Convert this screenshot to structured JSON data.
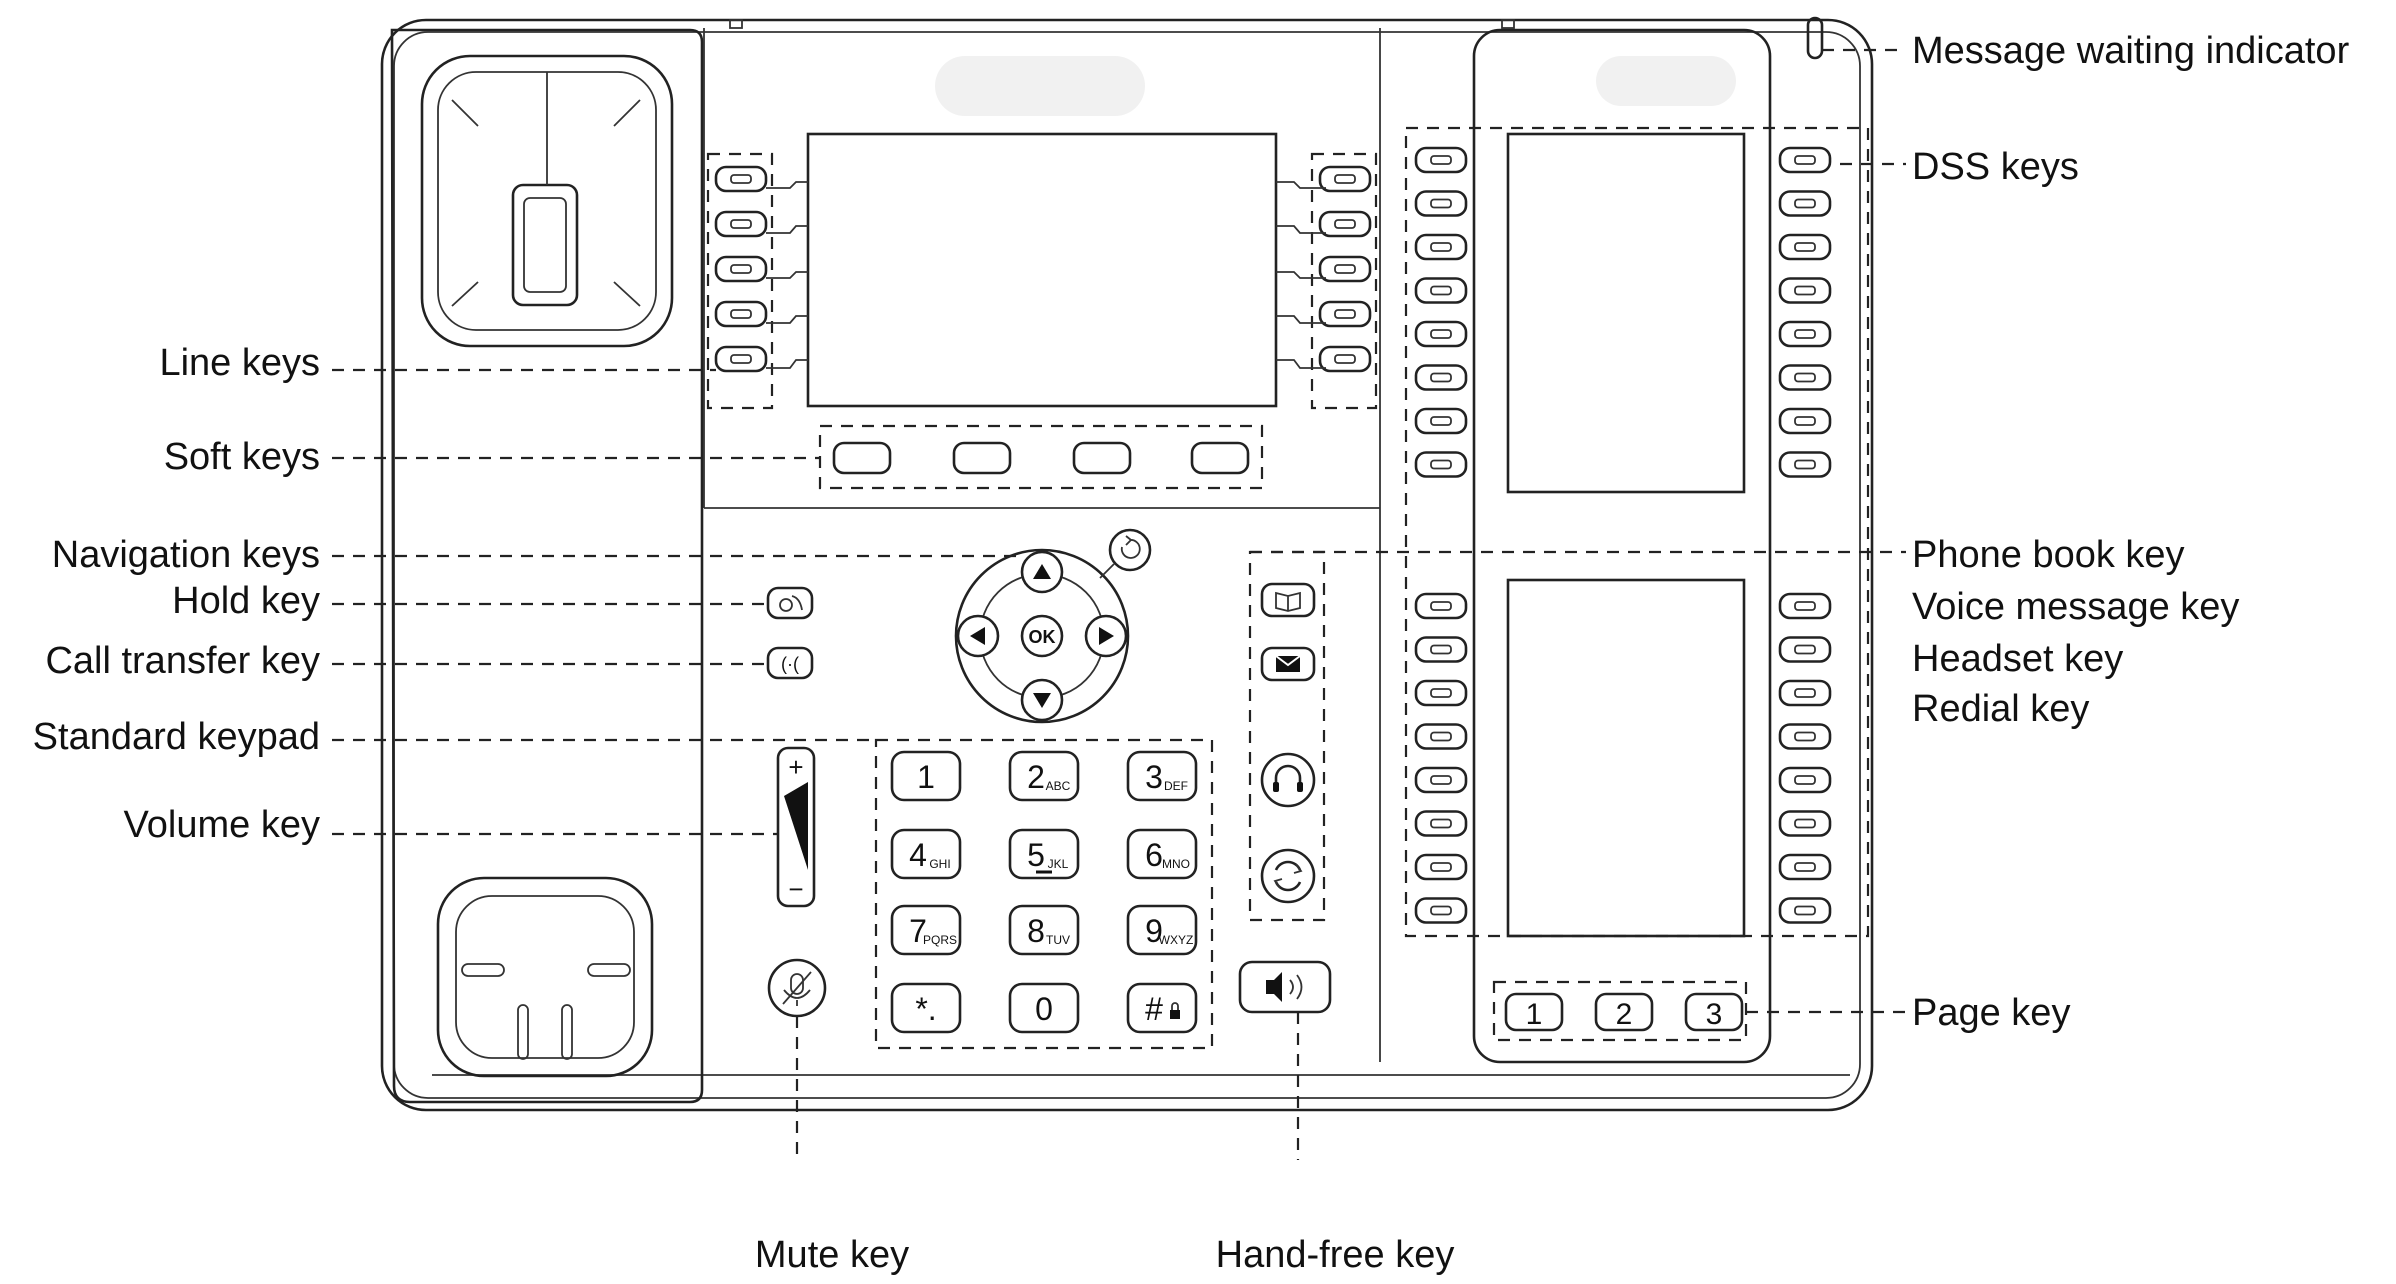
{
  "callouts": {
    "message_waiting_indicator": "Message waiting indicator",
    "dss_keys": "DSS keys",
    "line_keys": "Line keys",
    "soft_keys": "Soft keys",
    "navigation_keys": "Navigation keys",
    "hold_key": "Hold key",
    "call_transfer_key": "Call transfer key",
    "standard_keypad": "Standard keypad",
    "volume_key": "Volume key",
    "phone_book_key": "Phone book key",
    "voice_message_key": "Voice message key",
    "headset_key": "Headset key",
    "redial_key": "Redial key",
    "page_key": "Page key",
    "mute_key": "Mute key",
    "hand_free_key": "Hand-free key"
  },
  "keypad": [
    {
      "digit": "1",
      "letters": ""
    },
    {
      "digit": "2",
      "letters": "ABC"
    },
    {
      "digit": "3",
      "letters": "DEF"
    },
    {
      "digit": "4",
      "letters": "GHI"
    },
    {
      "digit": "5",
      "letters": "JKL"
    },
    {
      "digit": "6",
      "letters": "MNO"
    },
    {
      "digit": "7",
      "letters": "PQRS"
    },
    {
      "digit": "8",
      "letters": "TUV"
    },
    {
      "digit": "9",
      "letters": "WXYZ"
    },
    {
      "digit": "*.",
      "letters": ""
    },
    {
      "digit": "0",
      "letters": ""
    },
    {
      "digit": "#",
      "letters": ""
    }
  ],
  "navigation": {
    "ok_label": "OK"
  },
  "volume": {
    "plus": "+",
    "minus": "−"
  },
  "page_keys": [
    "1",
    "2",
    "3"
  ]
}
